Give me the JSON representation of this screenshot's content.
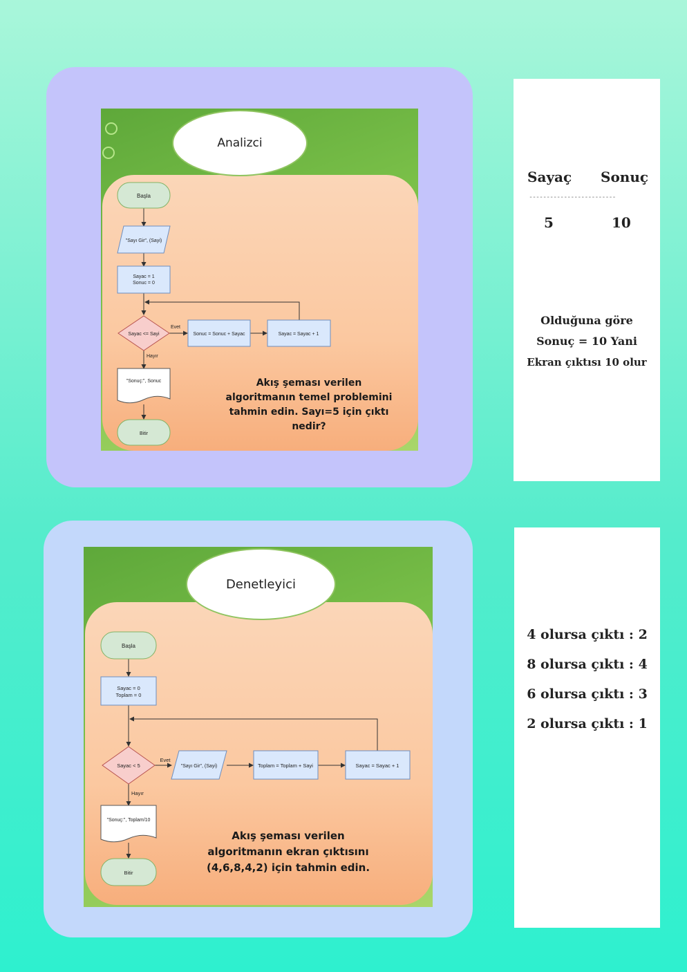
{
  "slide1": {
    "title": "Analizci",
    "start": "Başla",
    "input": "\"Sayı Gir\", (Sayi)",
    "init_line1": "Sayac = 1",
    "init_line2": "Sonuc = 0",
    "condition": "Sayac <= Sayi",
    "yes": "Evet",
    "no": "Hayır",
    "step1": "Sonuc = Sonuc + Sayac",
    "step2": "Sayac = Sayac + 1",
    "output": "\"Sonuç:\", Sonuc",
    "end": "Bitir",
    "question_line1": "Akış şeması verilen",
    "question_line2": "algoritmanın temel problemini",
    "question_line3": "tahmin edin. Sayı=5 için çıktı",
    "question_line4": "nedir?"
  },
  "side1": {
    "col1_header": "Sayaç",
    "col2_header": "Sonuç",
    "divider": "-------------------------",
    "col1_value": "5",
    "col2_value": "10",
    "explanation_line1": "Olduğuna göre",
    "explanation_line2": "Sonuç = 10 Yani",
    "explanation_line3": "Ekran çıktısı 10 olur"
  },
  "slide2": {
    "title": "Denetleyici",
    "start": "Başla",
    "init_line1": "Sayac = 0",
    "init_line2": "Toplam = 0",
    "condition": "Sayac < 5",
    "yes": "Evet",
    "no": "Hayır",
    "input": "\"Sayı Gir\", (Sayi)",
    "step1": "Toplam = Toplam + Sayi",
    "step2": "Sayac = Sayac + 1",
    "output": "\"Sonuç:\", Toplam/10",
    "end": "Bitir",
    "question_line1": "Akış şeması verilen",
    "question_line2": "algoritmanın ekran çıktısını",
    "question_line3": "(4,6,8,4,2) için tahmin edin."
  },
  "side2": {
    "lines": [
      "4 olursa çıktı :  2",
      "8 olursa çıktı :  4",
      "6 olursa çıktı :  3",
      "2 olursa çıktı : 1"
    ]
  },
  "colors": {
    "terminal": "#d5e8d4",
    "process": "#dae8fc",
    "decision": "#f8cecc",
    "panel1": "#c4c4fb",
    "panel2": "#c3d8fb"
  }
}
